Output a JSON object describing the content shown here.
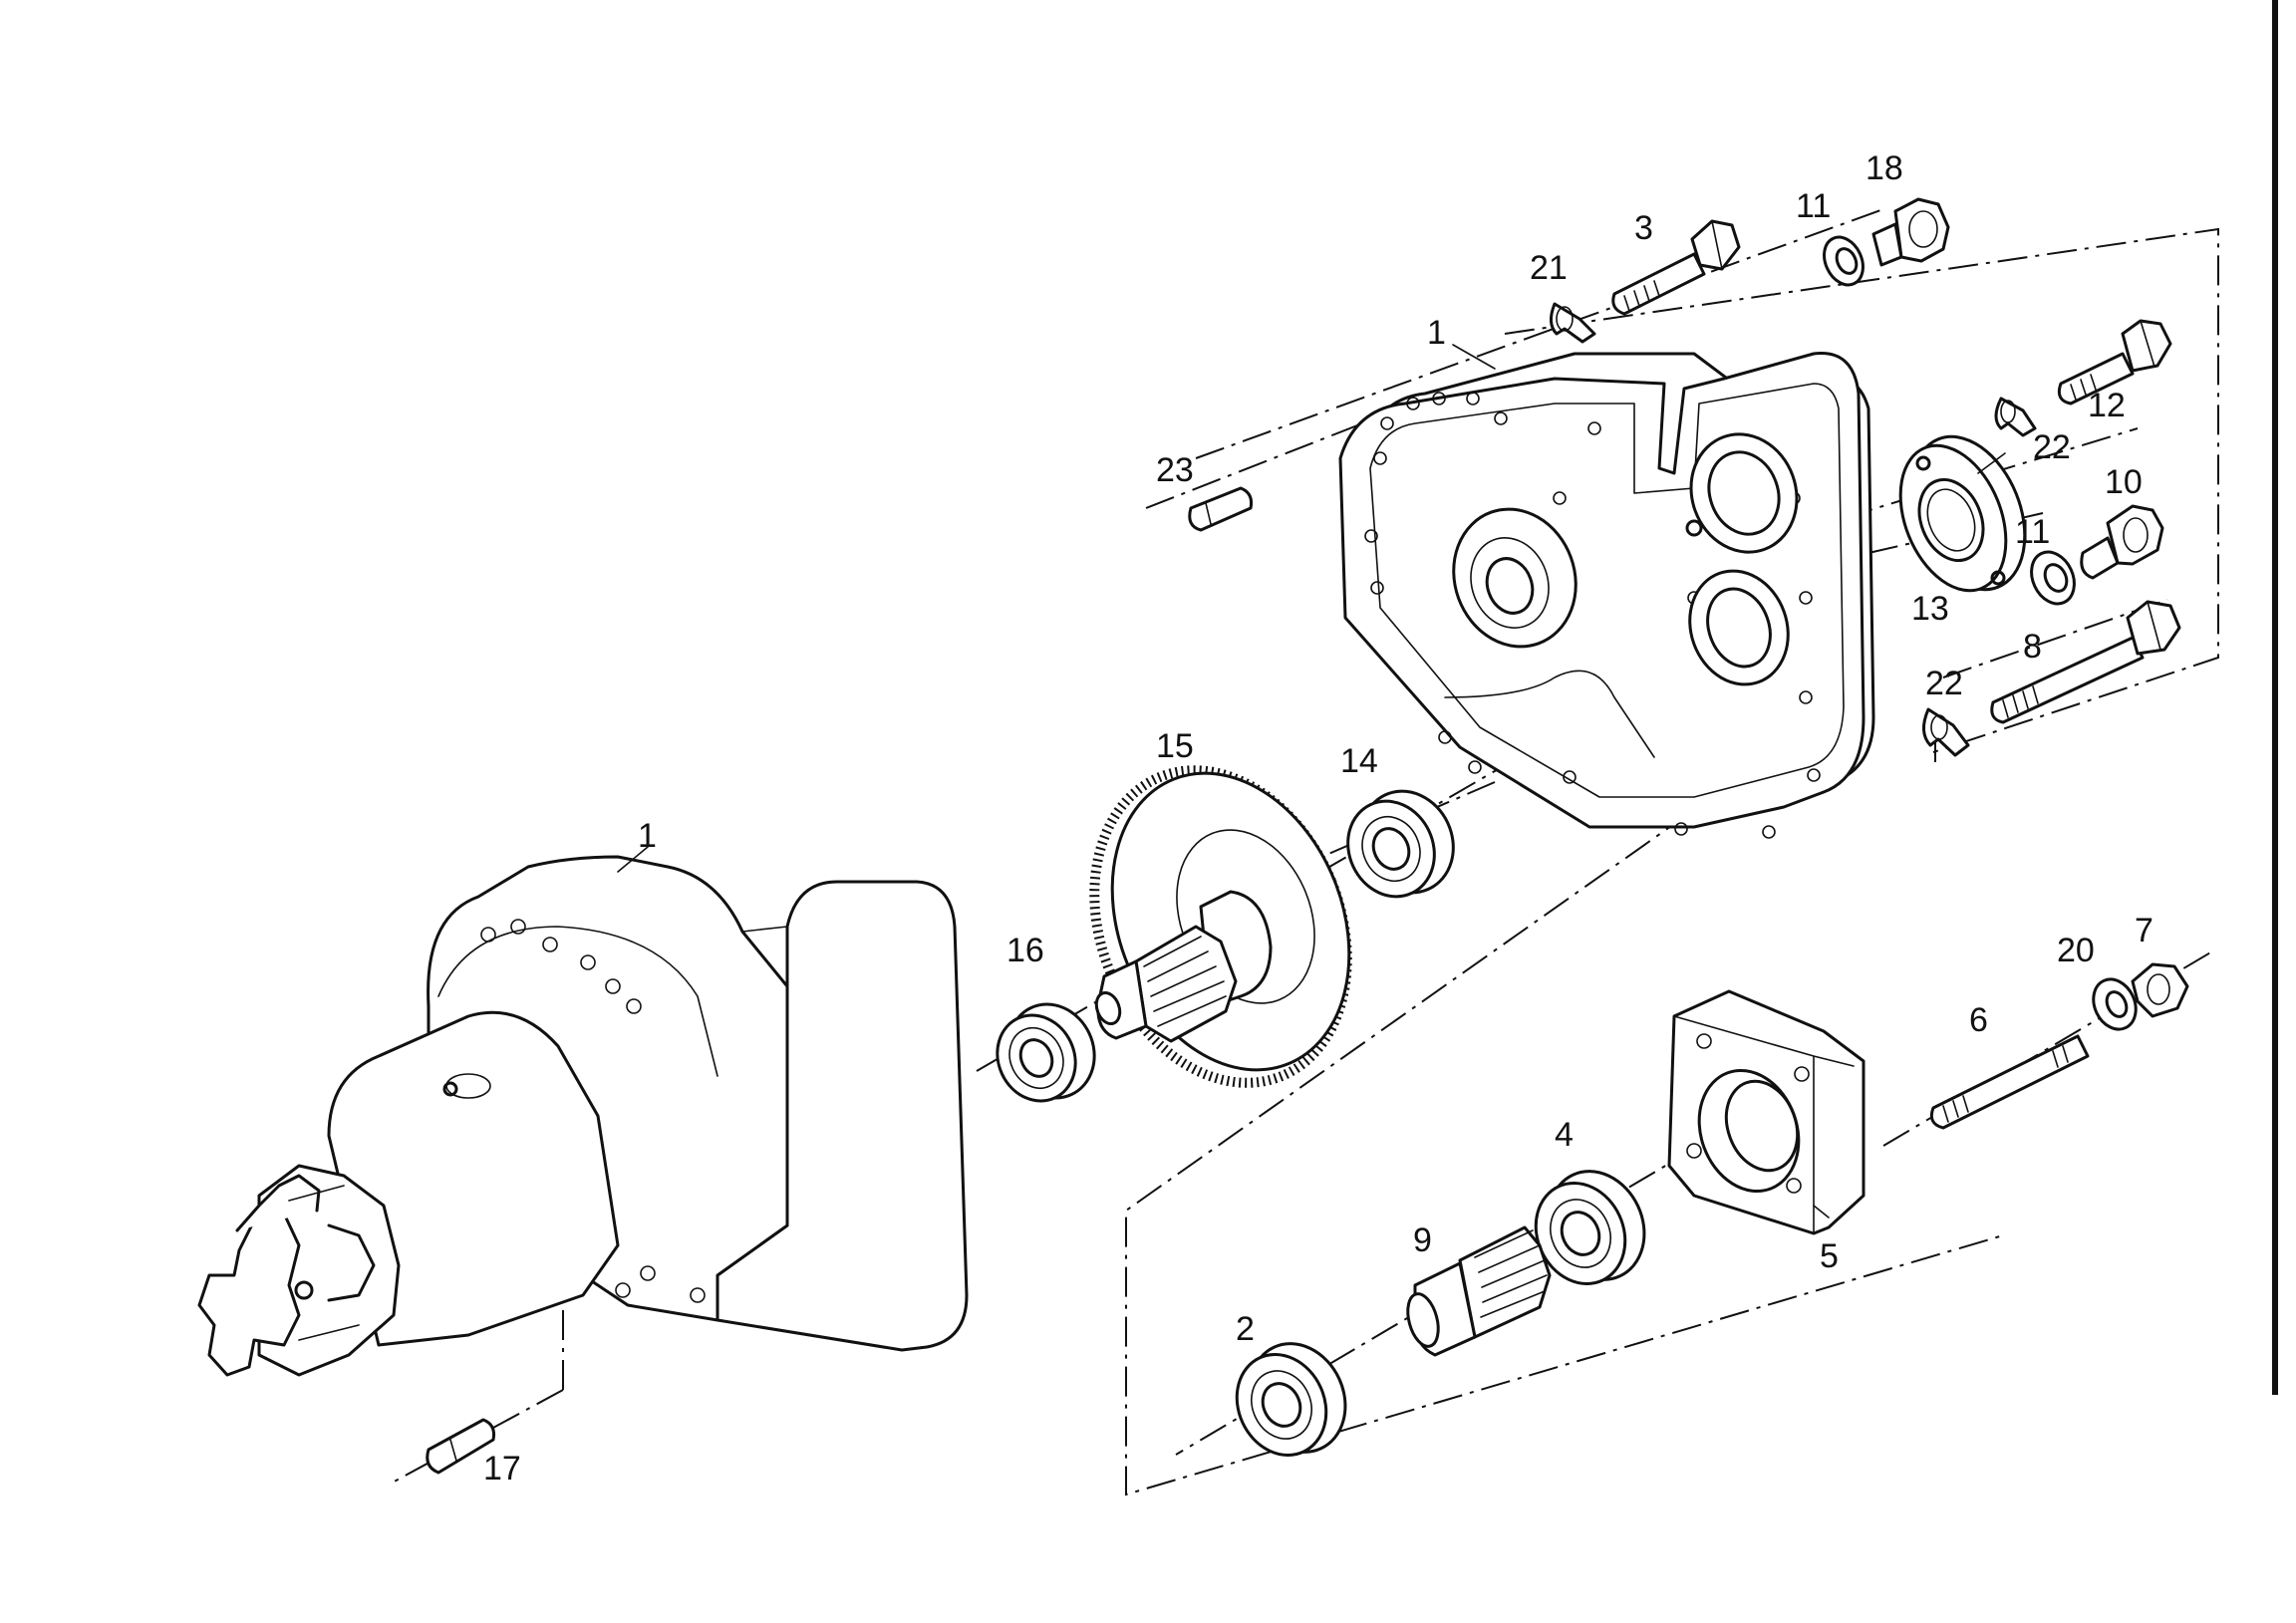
{
  "diagram": {
    "type": "exploded-parts-diagram",
    "callouts": {
      "housing_left": "1",
      "cover_right": "1",
      "bearing_2": "2",
      "bolt_3": "3",
      "bearing_4": "4",
      "flange_5": "5",
      "stud_6": "6",
      "nut_7": "7",
      "bolt_8": "8",
      "pinion_9": "9",
      "breather_10": "10",
      "washer_11_top": "11",
      "washer_11_mid": "11",
      "bolt_12": "12",
      "seal_13": "13",
      "bearing_14": "14",
      "gear_15": "15",
      "bearing_16": "16",
      "pin_17": "17",
      "plug_18": "18",
      "washer_20": "20",
      "lockplate_21": "21",
      "lockplate_22_top": "22",
      "lockplate_22_bottom": "22",
      "dowel_23": "23"
    }
  }
}
